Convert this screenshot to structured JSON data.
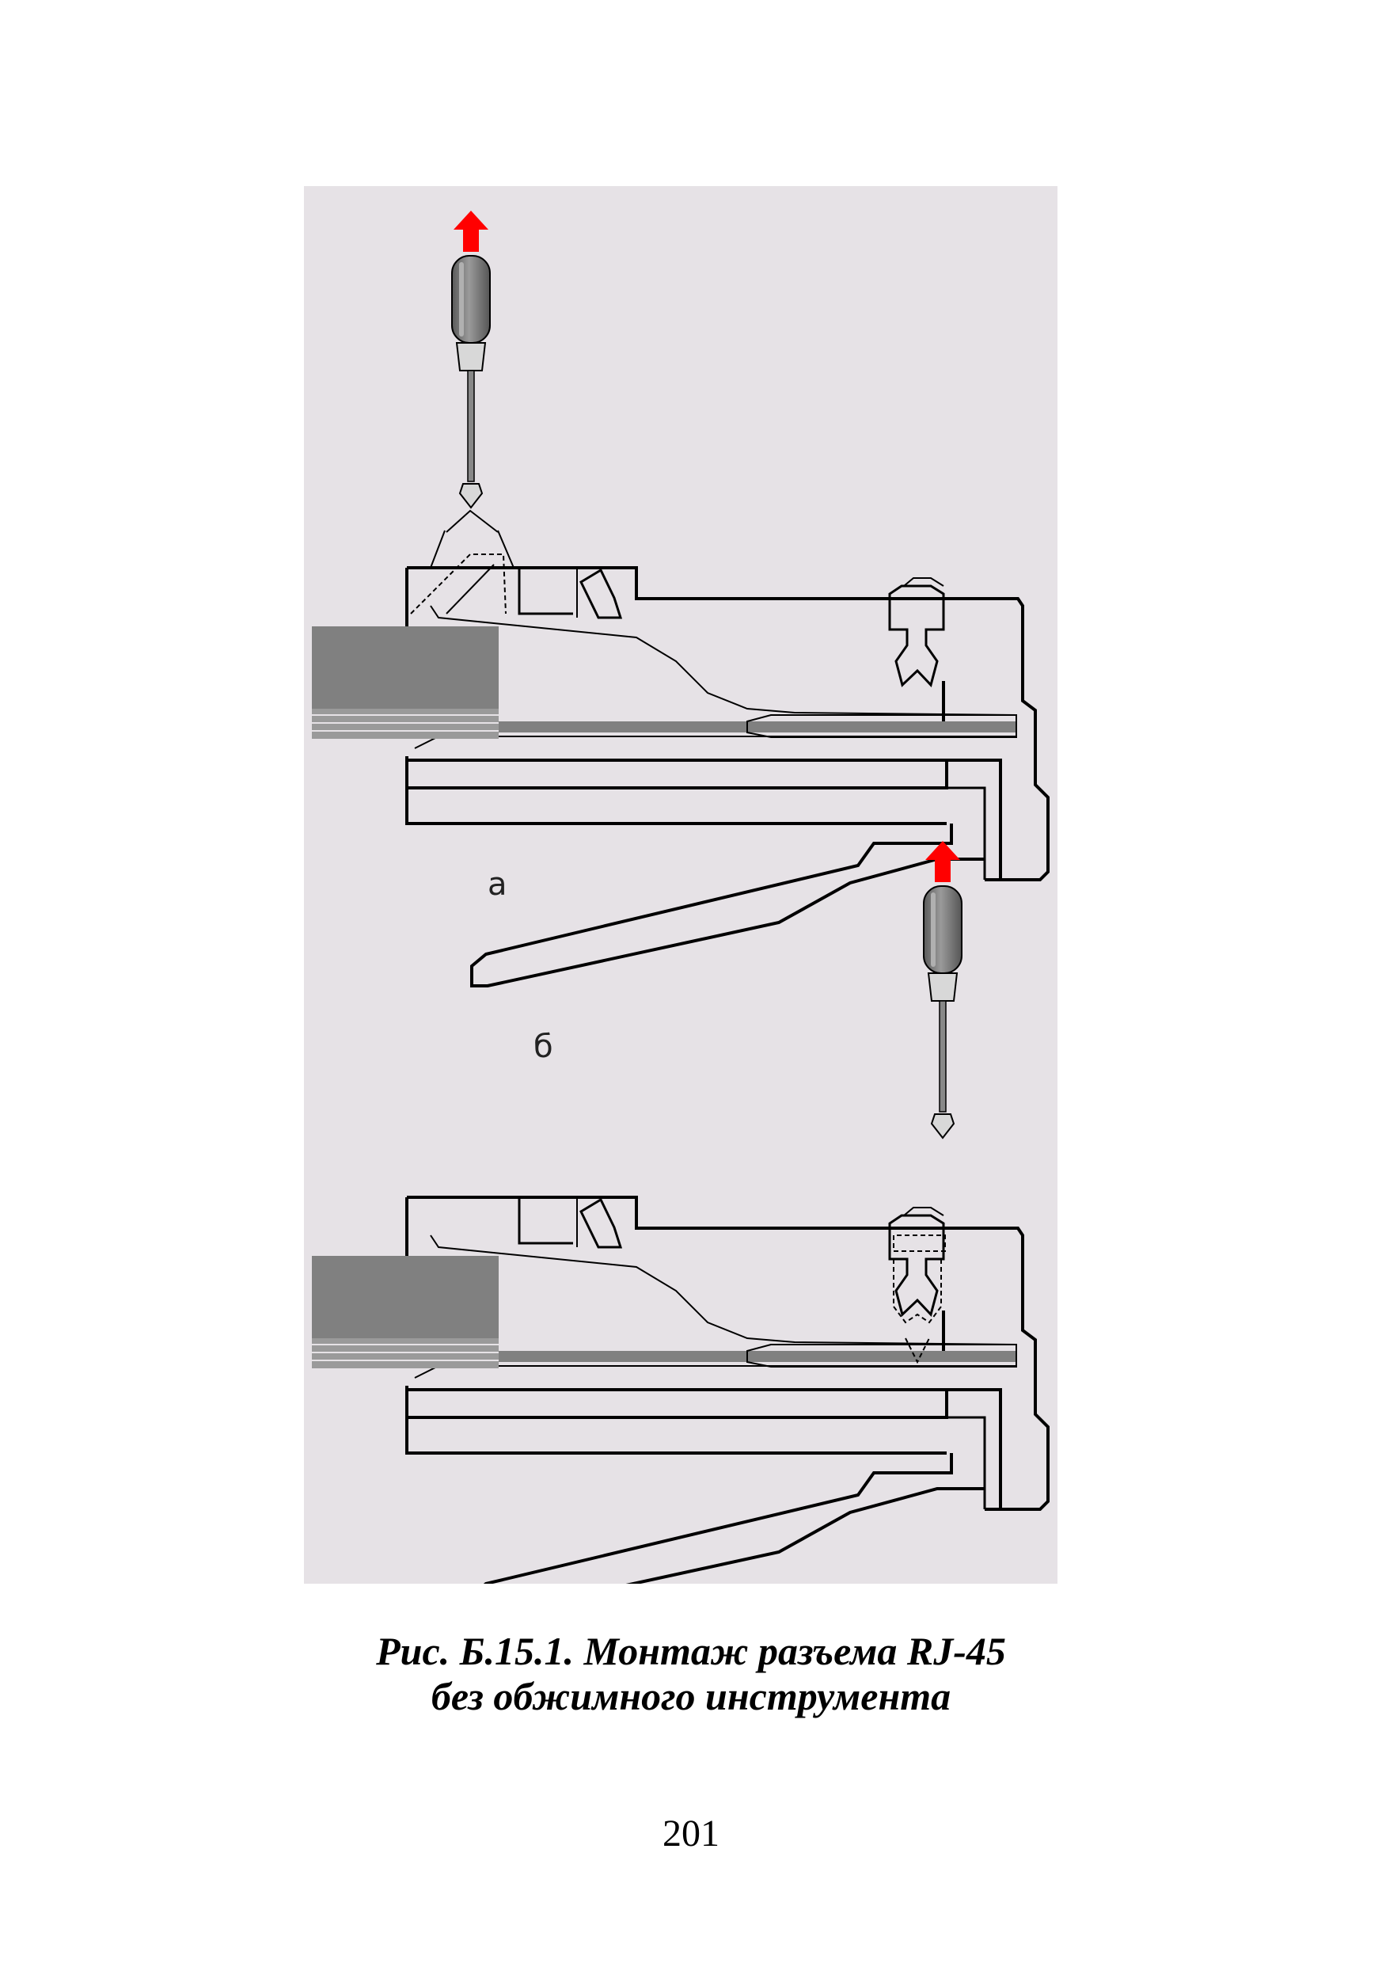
{
  "figure": {
    "label_a": "а",
    "label_b": "б"
  },
  "caption": {
    "line1": "Рис. Б.15.1. Монтаж разъема RJ-45",
    "line2": "без обжимного инструмента"
  },
  "page_number": "201",
  "colors": {
    "background": "#e6e2e6",
    "arrow": "#ff0000",
    "cable": "#808080",
    "handle": "#6e6e6e",
    "outline": "#000000"
  }
}
